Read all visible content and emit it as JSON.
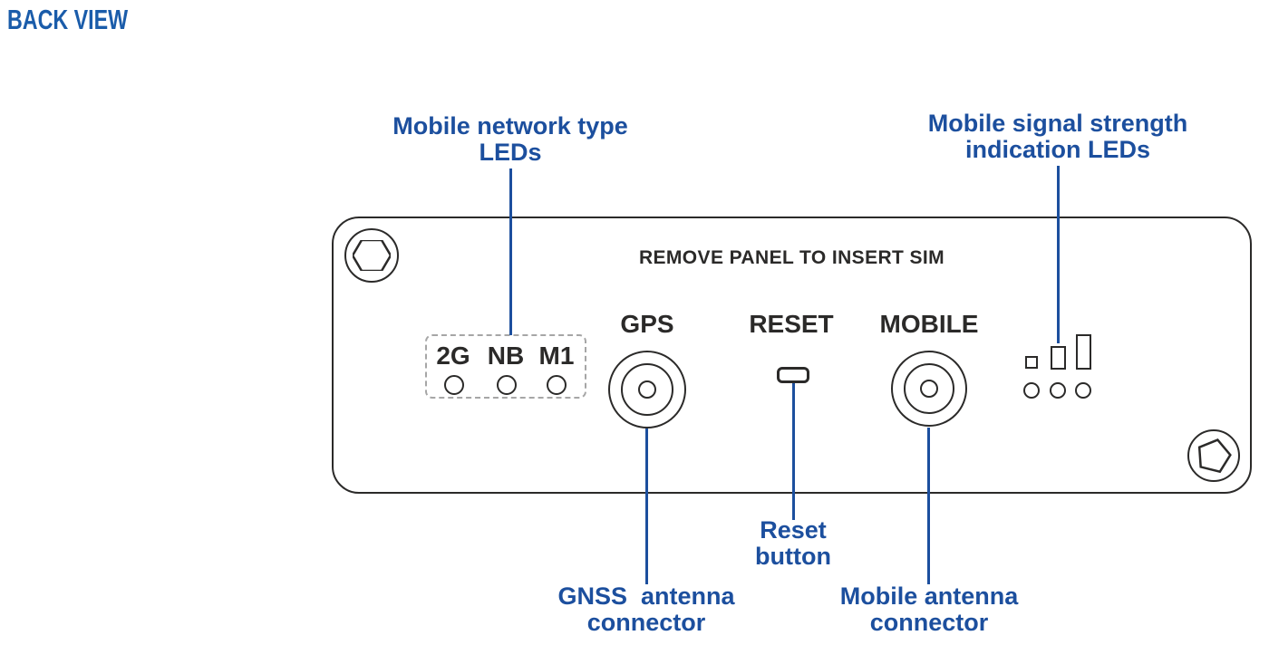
{
  "title": "BACK VIEW",
  "colors": {
    "accent_blue": "#1c4f9e",
    "heading_blue": "#1a5caa",
    "outline_dark": "#2b2a29",
    "dashed_gray": "#a6a6a6"
  },
  "callouts": {
    "network_type": {
      "line1": "Mobile network type",
      "line2": "LEDs"
    },
    "signal_strength": {
      "line1": "Mobile signal strength",
      "line2": "indication LEDs"
    },
    "reset": {
      "line1": "Reset",
      "line2": "button"
    },
    "gnss": {
      "line1": "GNSS  antenna",
      "line2": "connector"
    },
    "mobile_antenna": {
      "line1": "Mobile antenna",
      "line2": "connector"
    }
  },
  "panel": {
    "sim_note": "REMOVE PANEL TO INSERT SIM",
    "network_leds": [
      "2G",
      "NB",
      "M1"
    ],
    "gps_label": "GPS",
    "reset_label": "RESET",
    "mobile_label": "MOBILE"
  }
}
